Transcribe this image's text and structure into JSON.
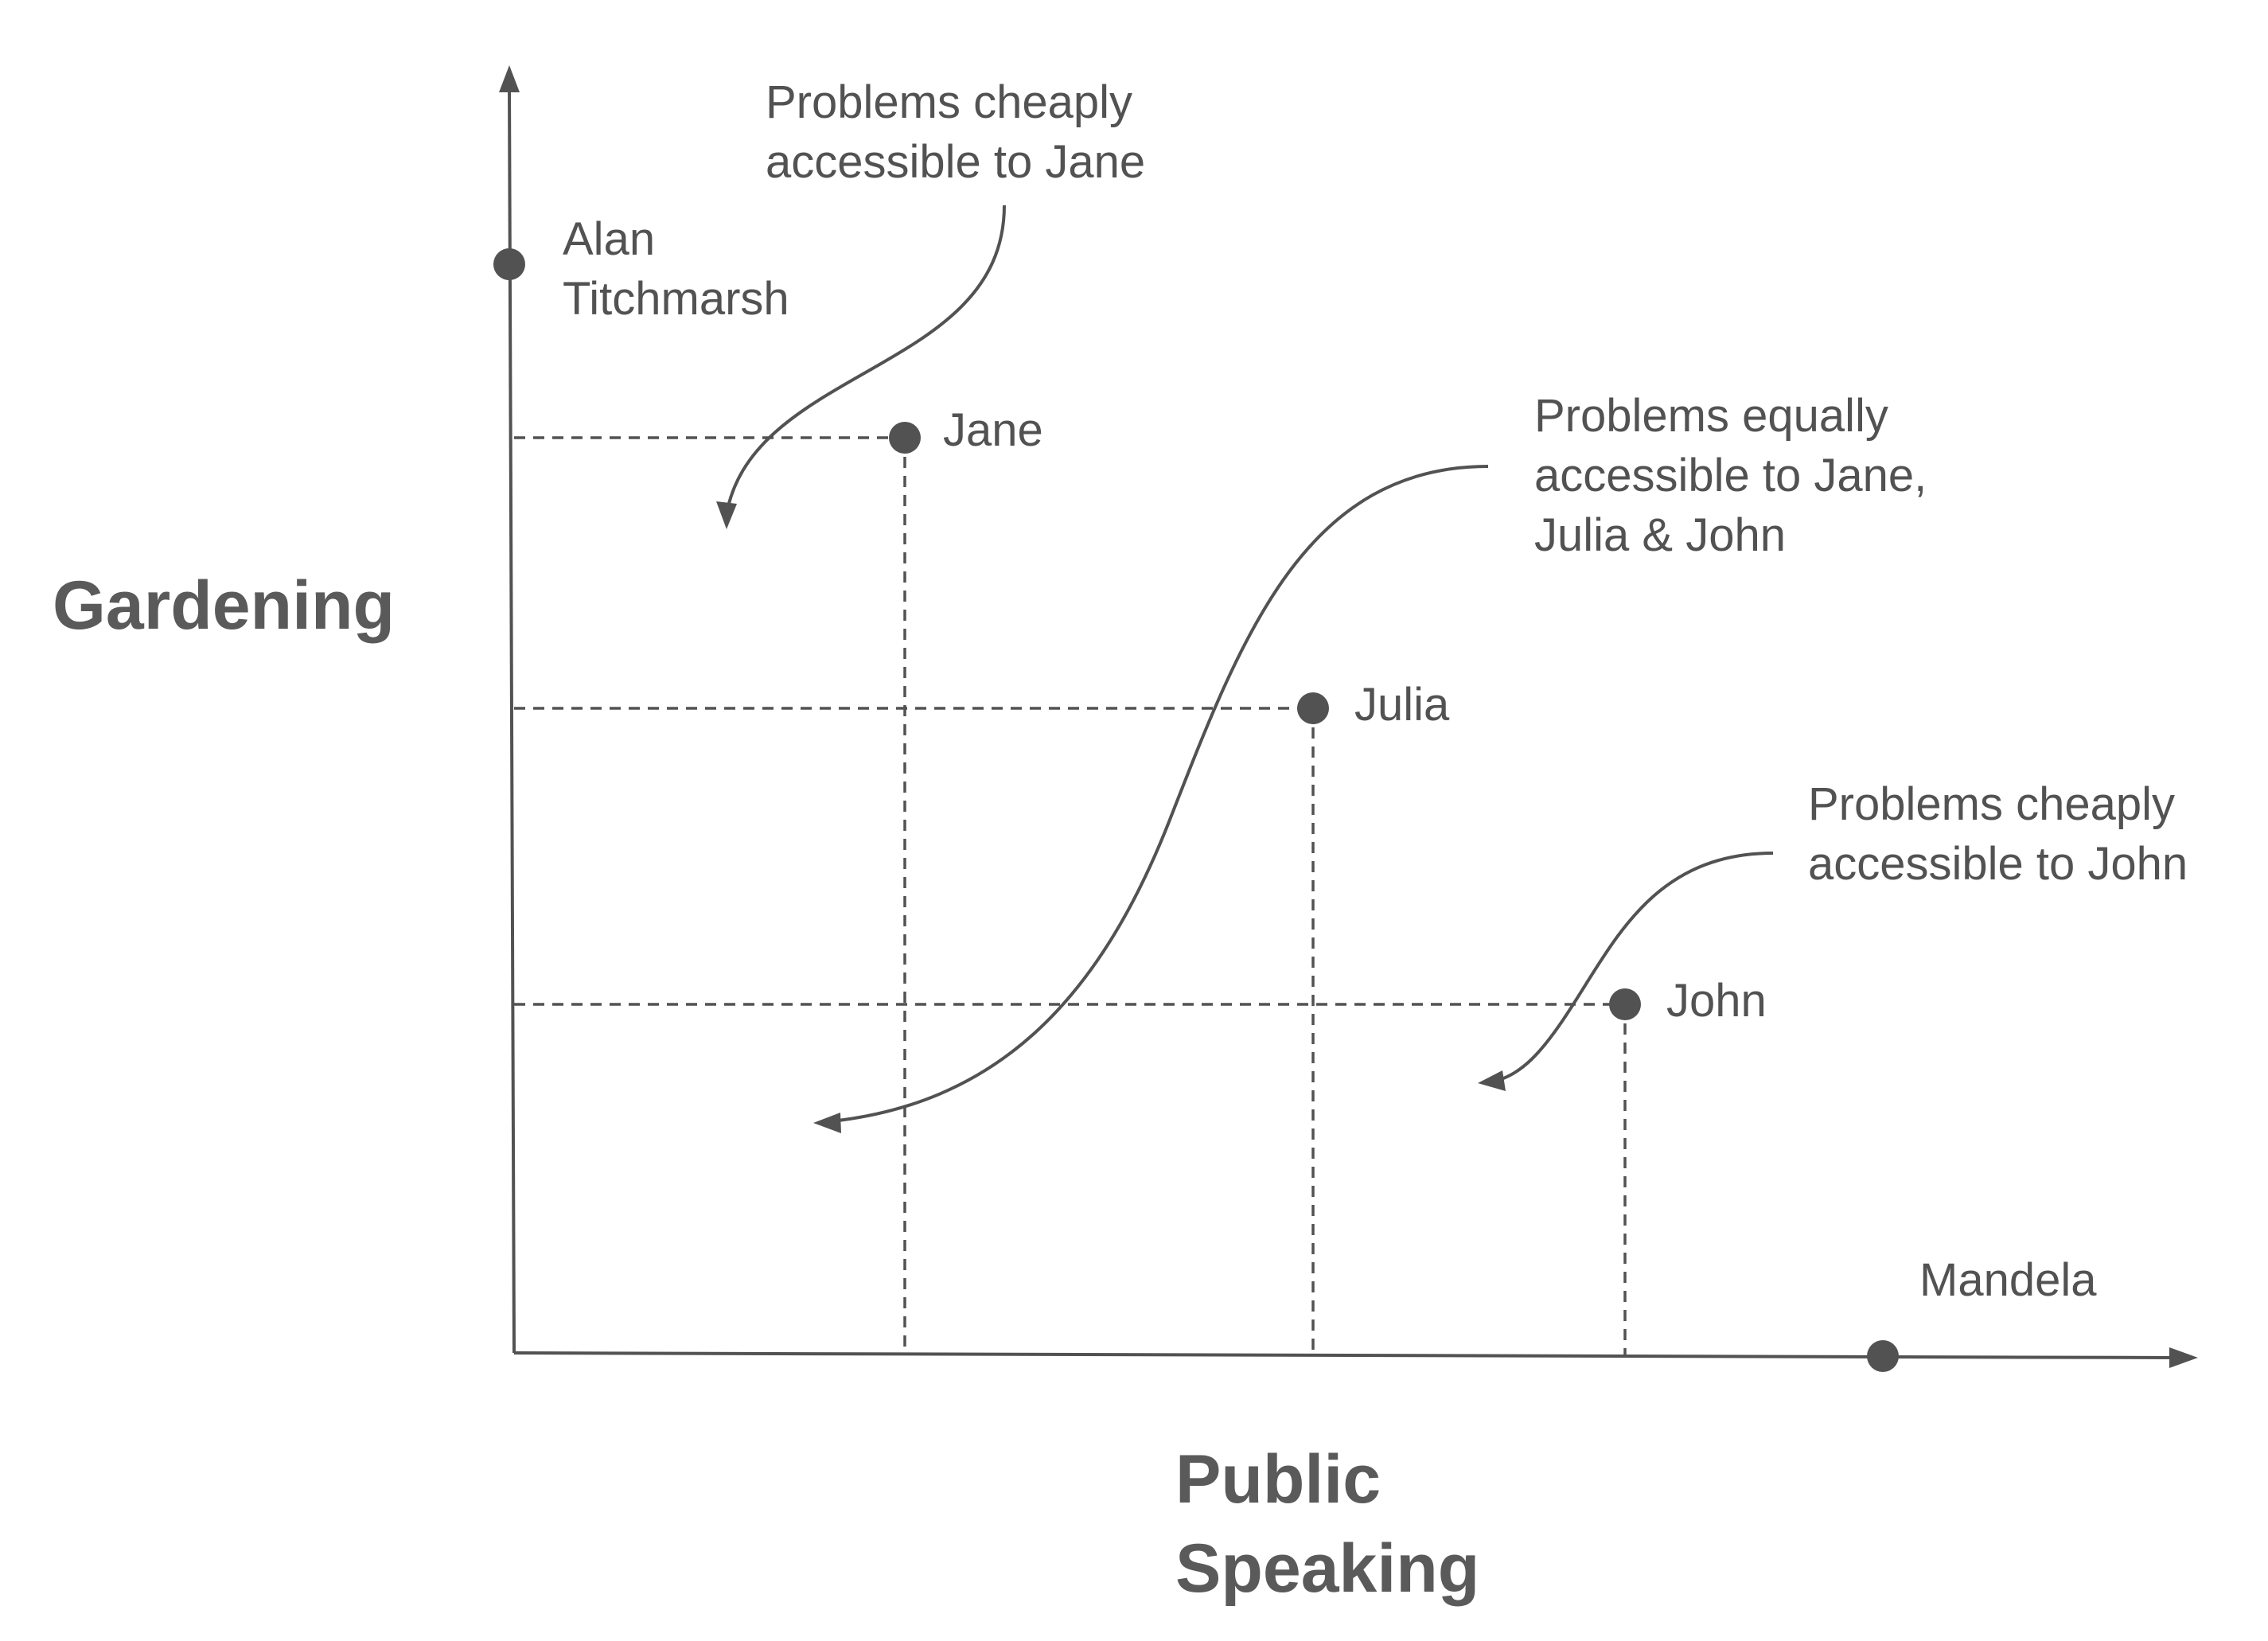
{
  "axes": {
    "x_label_lines": [
      "Public",
      "Speaking"
    ],
    "y_label": "Gardening"
  },
  "people": [
    {
      "name_lines": [
        "Alan",
        "Titchmarsh"
      ],
      "public_speaking": 0.0,
      "gardening": 0.85
    },
    {
      "name_lines": [
        "Jane"
      ],
      "public_speaking": 0.23,
      "gardening": 0.71
    },
    {
      "name_lines": [
        "Julia"
      ],
      "public_speaking": 0.48,
      "gardening": 0.5
    },
    {
      "name_lines": [
        "John"
      ],
      "public_speaking": 0.66,
      "gardening": 0.27
    },
    {
      "name_lines": [
        "Mandela"
      ],
      "public_speaking": 0.81,
      "gardening": 0.0
    }
  ],
  "annotations": [
    {
      "id": "jane",
      "lines": [
        "Problems cheaply",
        "accessible to Jane"
      ]
    },
    {
      "id": "all",
      "lines": [
        "Problems equally",
        "accessible to Jane,",
        "Julia & John"
      ]
    },
    {
      "id": "john",
      "lines": [
        "Problems cheaply",
        "accessible to John"
      ]
    }
  ],
  "colors": {
    "ink": "#525252",
    "axis_label": "#5a5a5a",
    "background": "#ffffff"
  }
}
